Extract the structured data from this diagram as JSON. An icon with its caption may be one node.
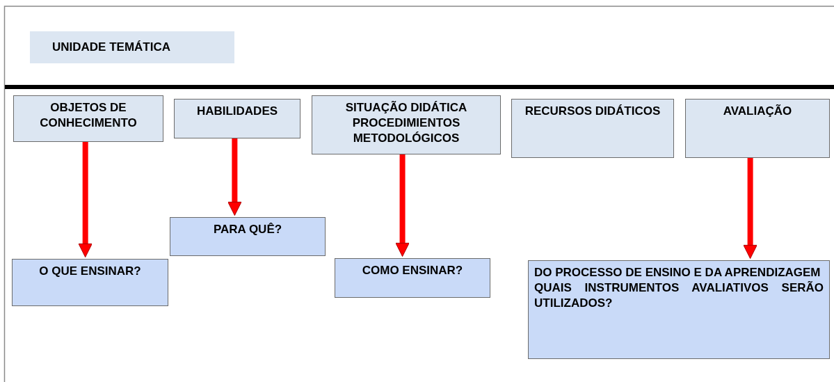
{
  "diagram": {
    "nodes": [
      {
        "text": [
          "UNIDADE TEMÁTICA"
        ]
      },
      {
        "text": [
          "OBJETOS DE CONHECIMENTO"
        ]
      },
      {
        "text": [
          "HABILIDADES"
        ]
      },
      {
        "text": [
          "SITUAÇÃO DIDÁTICA PROCEDIMIENTOS METODOLÓGICOS"
        ]
      },
      {
        "text": [
          "RECURSOS DIDÁTICOS"
        ]
      },
      {
        "text": [
          "AVALIAÇÃO"
        ]
      },
      {
        "text": [
          "O QUE ENSINAR?"
        ]
      },
      {
        "text": [
          "PARA QUÊ?"
        ]
      },
      {
        "text": [
          "COMO ENSINAR?"
        ]
      },
      {
        "text": [
          "DO PROCESSO DE ENSINO E DA APRENDIZAGEM",
          "QUAIS INSTRUMENTOS AVALIATIVOS SERÃO UTILIZADOS?"
        ]
      }
    ],
    "edges": [
      {
        "from": 1,
        "to": 6,
        "arrow": "to"
      },
      {
        "from": 2,
        "to": 7,
        "arrow": "to"
      },
      {
        "from": 3,
        "to": 8,
        "arrow": "to"
      },
      {
        "from": 5,
        "to": 9,
        "arrow": "to"
      }
    ]
  }
}
